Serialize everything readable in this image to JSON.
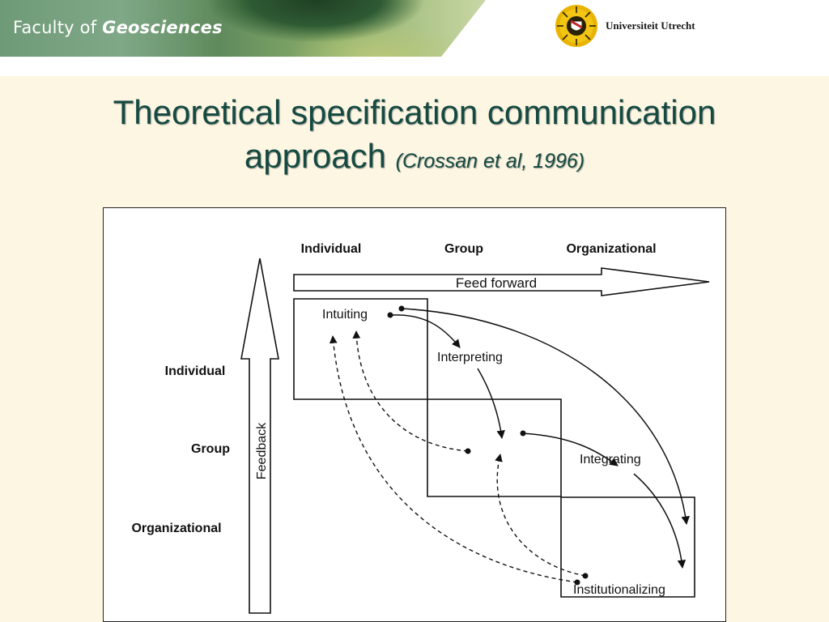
{
  "header": {
    "faculty_prefix": "Faculty of ",
    "faculty_name": "Geosciences",
    "university": "Universiteit Utrecht"
  },
  "title": {
    "main_line1": "Theoretical specification communication",
    "main_line2": "approach",
    "citation": "(Crossan et al, 1996)"
  },
  "diagram": {
    "column_labels": [
      "Individual",
      "Group",
      "Organizational"
    ],
    "row_labels": [
      "Individual",
      "Group",
      "Organizational"
    ],
    "feed_forward_label": "Feed forward",
    "feedback_label": "Feedback",
    "processes": [
      "Intuiting",
      "Interpreting",
      "Integrating",
      "Institutionalizing"
    ]
  },
  "colors": {
    "title": "#144a42",
    "background": "#fdf6e3",
    "diagram_ink": "#111111"
  }
}
